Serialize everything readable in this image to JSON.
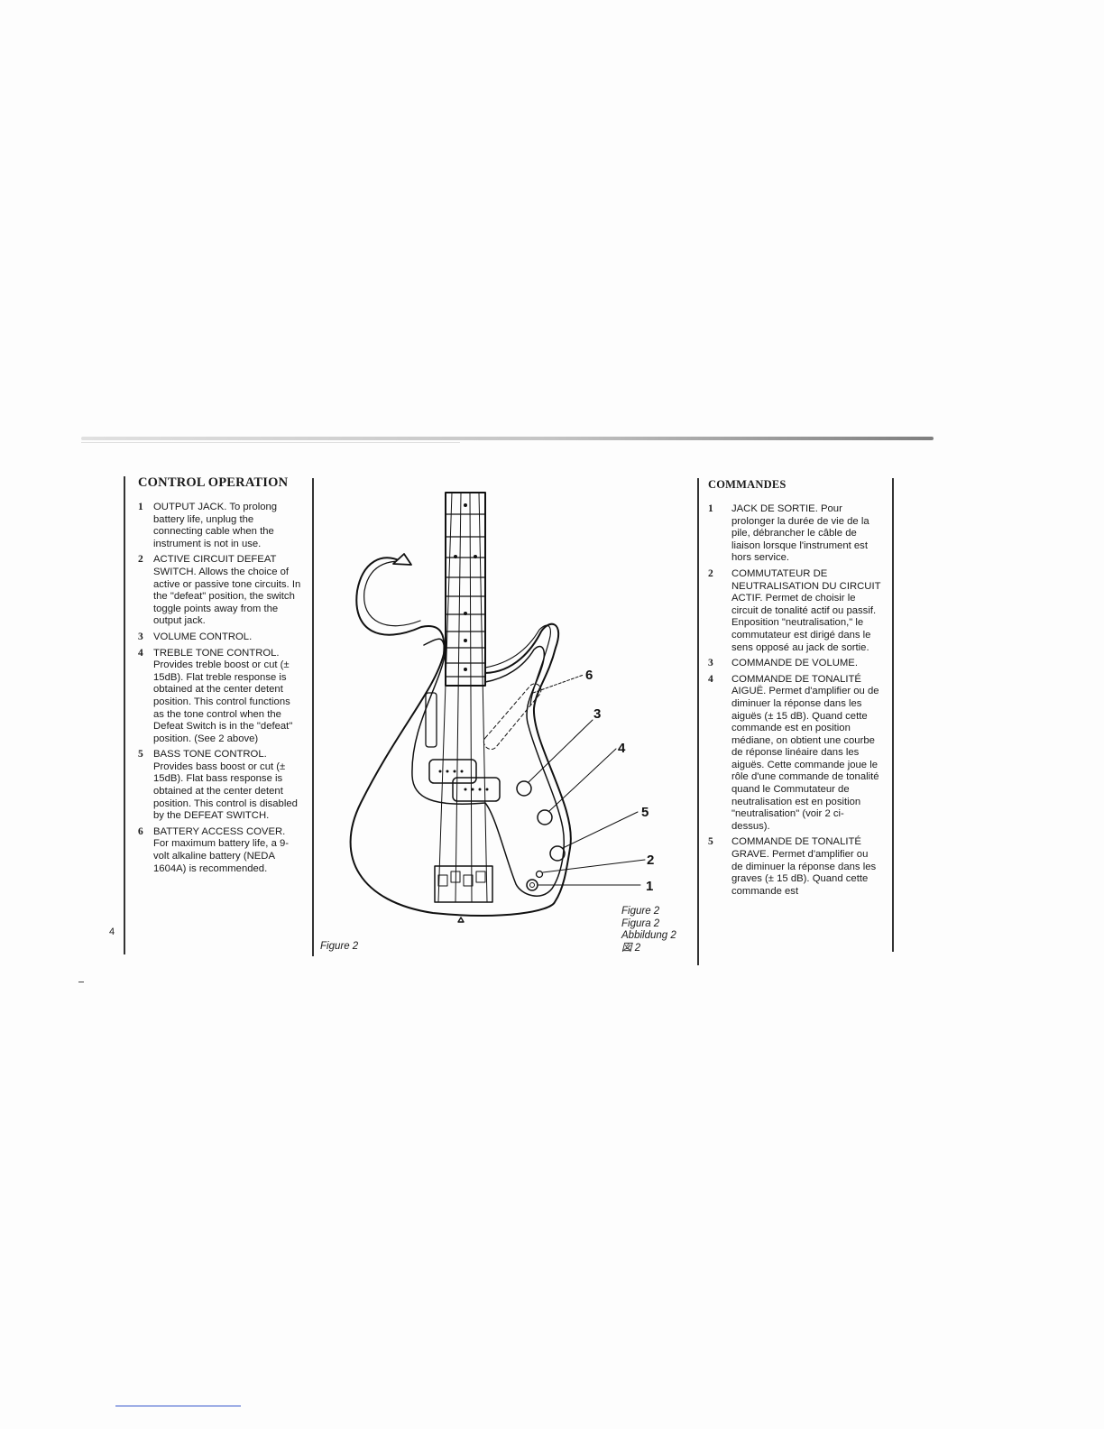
{
  "page_number": "4",
  "english": {
    "heading": "CONTROL OPERATION",
    "items": [
      {
        "num": "1",
        "text": "OUTPUT JACK. To prolong battery life, unplug the connecting cable when the instrument is not in use."
      },
      {
        "num": "2",
        "text": "ACTIVE CIRCUIT DEFEAT SWITCH. Allows the choice of active or passive tone circuits. In the \"defeat\" position, the switch toggle points away from the output jack."
      },
      {
        "num": "3",
        "text": "VOLUME CONTROL."
      },
      {
        "num": "4",
        "text": "TREBLE TONE CONTROL. Provides treble boost or cut (± 15dB). Flat treble response is obtained at the center detent position. This control functions as the tone control when the Defeat Switch is in the \"defeat\" position. (See 2 above)"
      },
      {
        "num": "5",
        "text": "BASS TONE CONTROL. Provides bass boost or cut (± 15dB). Flat bass response is obtained at the center detent position. This control is disabled by the DEFEAT SWITCH."
      },
      {
        "num": "6",
        "text": "BATTERY ACCESS COVER. For maximum battery life, a 9-volt alkaline battery (NEDA 1604A) is recommended."
      }
    ]
  },
  "figure": {
    "callouts": [
      "6",
      "3",
      "4",
      "5",
      "2",
      "1"
    ],
    "caption_left": "Figure 2",
    "captions_right": [
      "Figure 2",
      "Figura 2",
      "Abbildung 2",
      "図 2"
    ]
  },
  "french": {
    "heading": "COMMANDES",
    "items": [
      {
        "num": "1",
        "text": "JACK DE SORTIE. Pour prolonger la durée de vie de la pile, débrancher le câble de liaison lorsque l'instrument est hors service."
      },
      {
        "num": "2",
        "text": "COMMUTATEUR DE NEUTRALISATION DU CIRCUIT ACTIF. Permet de choisir le circuit de tonalité actif ou passif. Enposition \"neutralisation,\" le commutateur est dirigé dans le sens opposé au jack de sortie."
      },
      {
        "num": "3",
        "text": "COMMANDE DE VOLUME."
      },
      {
        "num": "4",
        "text": "COMMANDE DE TONALITÉ AIGUË. Permet d'amplifier ou de diminuer la réponse dans les aiguës (± 15 dB). Quand cette commande est en position médiane, on obtient une courbe de réponse linéaire dans les aiguës. Cette commande joue le rôle d'une commande de tonalité quand le Commutateur de neutralisation est en position \"neutralisation\" (voir 2 ci-dessus)."
      },
      {
        "num": "5",
        "text": "COMMANDE DE TONALITÉ GRAVE. Permet d'amplifier ou de diminuer la réponse dans les graves (± 15 dB). Quand cette commande est"
      }
    ]
  }
}
